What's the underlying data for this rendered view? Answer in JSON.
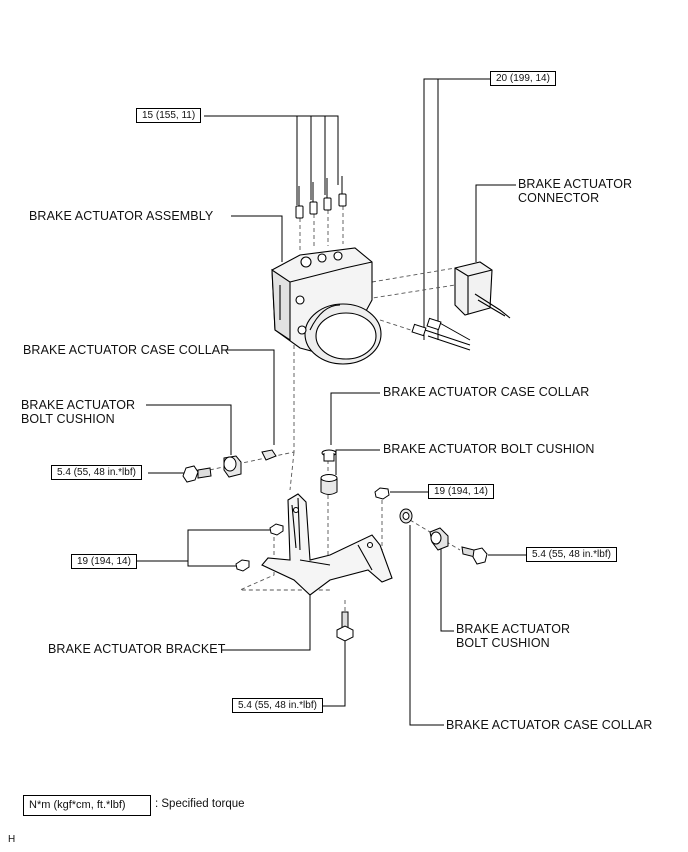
{
  "labels": {
    "brake_actuator_assembly": "BRAKE ACTUATOR ASSEMBLY",
    "brake_actuator_connector_line1": "BRAKE ACTUATOR",
    "brake_actuator_connector_line2": "CONNECTOR",
    "case_collar_left": "BRAKE ACTUATOR CASE COLLAR",
    "bolt_cushion_left_line1": "BRAKE ACTUATOR",
    "bolt_cushion_left_line2": "BOLT CUSHION",
    "case_collar_middle": "BRAKE ACTUATOR CASE COLLAR",
    "bolt_cushion_middle": "BRAKE ACTUATOR BOLT CUSHION",
    "bracket": "BRAKE ACTUATOR BRACKET",
    "bolt_cushion_right_line1": "BRAKE ACTUATOR",
    "bolt_cushion_right_line2": "BOLT CUSHION",
    "case_collar_bottom": "BRAKE ACTUATOR CASE COLLAR"
  },
  "torques": {
    "t_20": "20 (199, 14)",
    "t_15": "15 (155, 11)",
    "t_5_4_left": "5.4 (55, 48 in.*lbf)",
    "t_19_upper": "19 (194, 14)",
    "t_19_left": "19 (194, 14)",
    "t_5_4_right": "5.4 (55, 48 in.*lbf)",
    "t_5_4_bottom": "5.4 (55, 48 in.*lbf)"
  },
  "legend": {
    "unit_box": "N*m (kgf*cm, ft.*lbf)",
    "description": ": Specified torque"
  },
  "footer_code": "H"
}
